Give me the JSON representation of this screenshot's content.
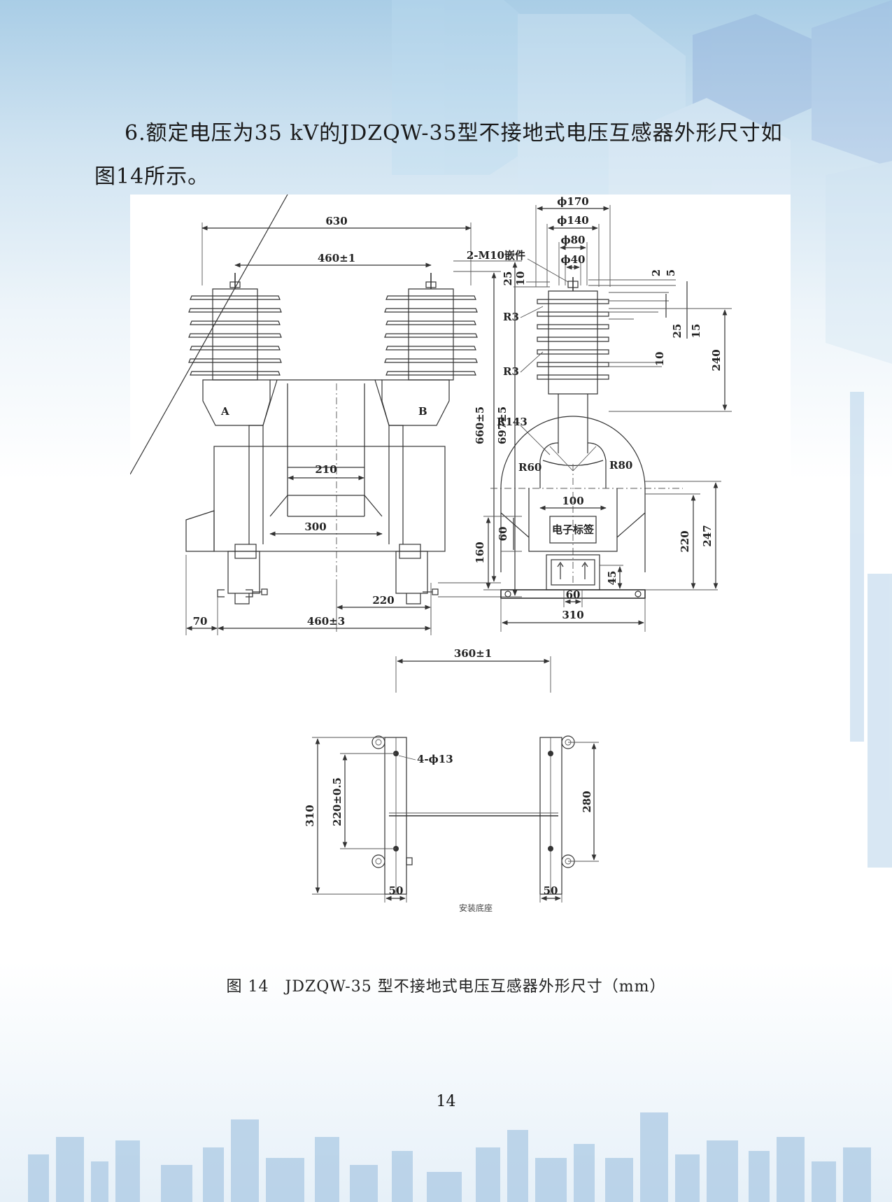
{
  "paragraph": "6.额定电压为35 kV的JDZQW-35型不接地式电压互感器外形尺寸如图14所示。",
  "figure": {
    "dims_front": {
      "w630": "630",
      "w460": "460±1",
      "w210": "210",
      "w300": "300",
      "w220": "220",
      "w70": "70",
      "w460b": "460±3",
      "h660": "660±5",
      "h697": "697±5",
      "label_a": "A",
      "label_b": "B"
    },
    "dims_side": {
      "d170": "ϕ170",
      "d140": "ϕ140",
      "d80": "ϕ80",
      "d40": "ϕ40",
      "m10": "2-M10嵌件",
      "v25": "25",
      "v10": "10",
      "v2": "2",
      "v5": "5",
      "v25b": "25",
      "v15": "15",
      "v10b": "10",
      "v240": "240",
      "r3a": "R3",
      "r3b": "R3",
      "r143": "R143",
      "r60": "R60",
      "r80": "R80",
      "w100": "100",
      "label_tag": "电子标签",
      "v60": "60",
      "v160": "160",
      "v220": "220",
      "v247": "247",
      "v45": "45",
      "w60": "60",
      "w310": "310"
    },
    "dims_base": {
      "w360": "360±1",
      "holes": "4-ϕ13",
      "v310": "310",
      "v220": "220±0.5",
      "v280": "280",
      "w50a": "50",
      "w50b": "50",
      "base_label": "安装底座"
    }
  },
  "caption": "图 14　JDZQW-35 型不接地式电压互感器外形尺寸（mm）",
  "page_number": "14"
}
